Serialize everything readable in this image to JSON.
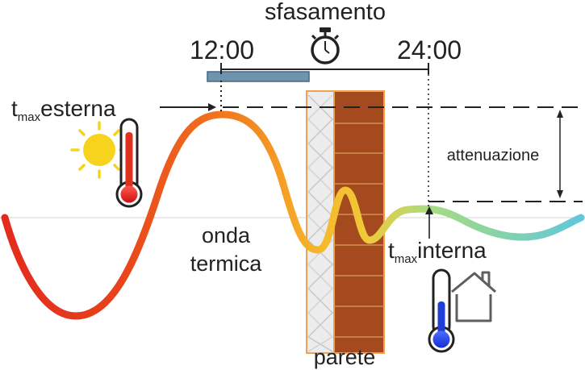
{
  "title": "sfasamento",
  "time_start": "12:00",
  "time_end": "24:00",
  "external_max": {
    "t": "t",
    "sub": "max",
    "word": "esterna"
  },
  "internal_max": {
    "t": "t",
    "sub": "max",
    "word": "interna"
  },
  "attenuation_label": "attenuazione",
  "wave_label_line1": "onda",
  "wave_label_line2": "termica",
  "wall_label": "parete",
  "icons": [
    "stopwatch-icon",
    "sun-icon",
    "thermometer-hot-icon",
    "thermometer-cold-icon",
    "house-icon"
  ],
  "colors": {
    "wave_hot": "#e0301e",
    "wave_warm": "#f7a124",
    "wave_cool": "#5fd0c4",
    "brick": "#a54a1e",
    "insulation": "#e9e9e9",
    "bar": "#6e93ad",
    "sun": "#f7d31e"
  }
}
